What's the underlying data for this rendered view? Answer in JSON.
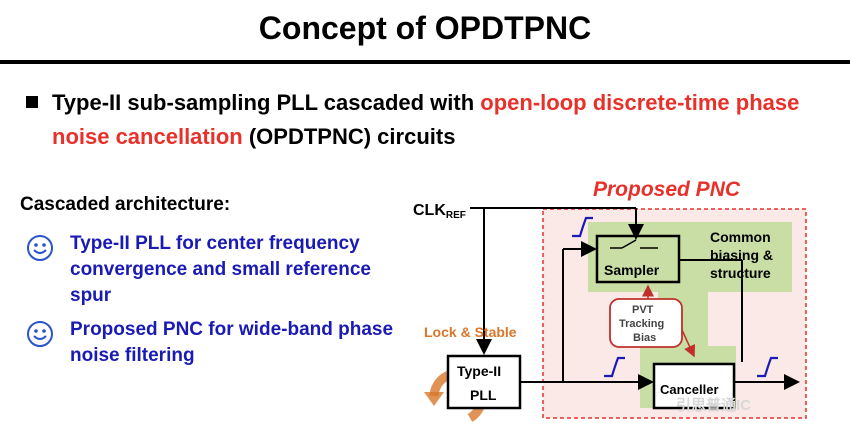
{
  "title": "Concept of OPDTPNC",
  "bullet": {
    "text_before": "Type-II sub-sampling PLL cascaded with ",
    "highlight": "open-loop discrete-time phase noise cancellation",
    "text_after": " (OPDTPNC) circuits"
  },
  "architecture": {
    "heading": "Cascaded architecture:",
    "items": [
      {
        "icon": "smiley-icon",
        "text": "Type-II PLL for center frequency convergence and small reference spur"
      },
      {
        "icon": "smiley-icon",
        "text": "Proposed PNC for wide-band phase noise filtering"
      }
    ]
  },
  "diagram": {
    "proposed_label": "Proposed PNC",
    "clk_main": "CLK",
    "clk_sub": "REF",
    "sampler_label": "Sampler",
    "common_line1": "Common",
    "common_line2": "biasing &",
    "common_line3": "structure",
    "pvt_line1": "PVT",
    "pvt_line2": "Tracking",
    "pvt_line3": "Bias",
    "lock_label": "Lock & Stable",
    "pll_line1": "Type-II",
    "pll_line2": "PLL",
    "canceller_label": "Canceller"
  },
  "watermark": "引思普通IC",
  "colors": {
    "red": "#e8312a",
    "blue": "#1a1ab4",
    "green_bg": "#c9dea4",
    "pink_bg": "#fbe9e7",
    "orange": "#d9772b",
    "smiley_stroke": "#2b55c6"
  }
}
